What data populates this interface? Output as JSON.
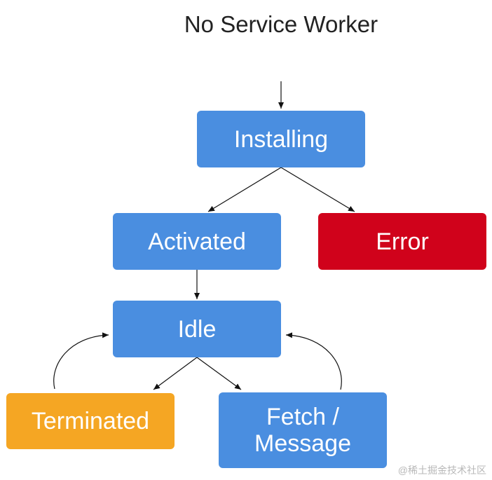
{
  "colors": {
    "blue": "#4a8ee0",
    "red": "#d0021b",
    "orange": "#f5a623",
    "arrow": "#111111"
  },
  "diagram": {
    "start_label": "No Service Worker",
    "nodes": {
      "installing": "Installing",
      "activated": "Activated",
      "error": "Error",
      "idle": "Idle",
      "terminated": "Terminated",
      "fetch_message": "Fetch / Message"
    }
  },
  "watermark": "@稀土掘金技术社区"
}
